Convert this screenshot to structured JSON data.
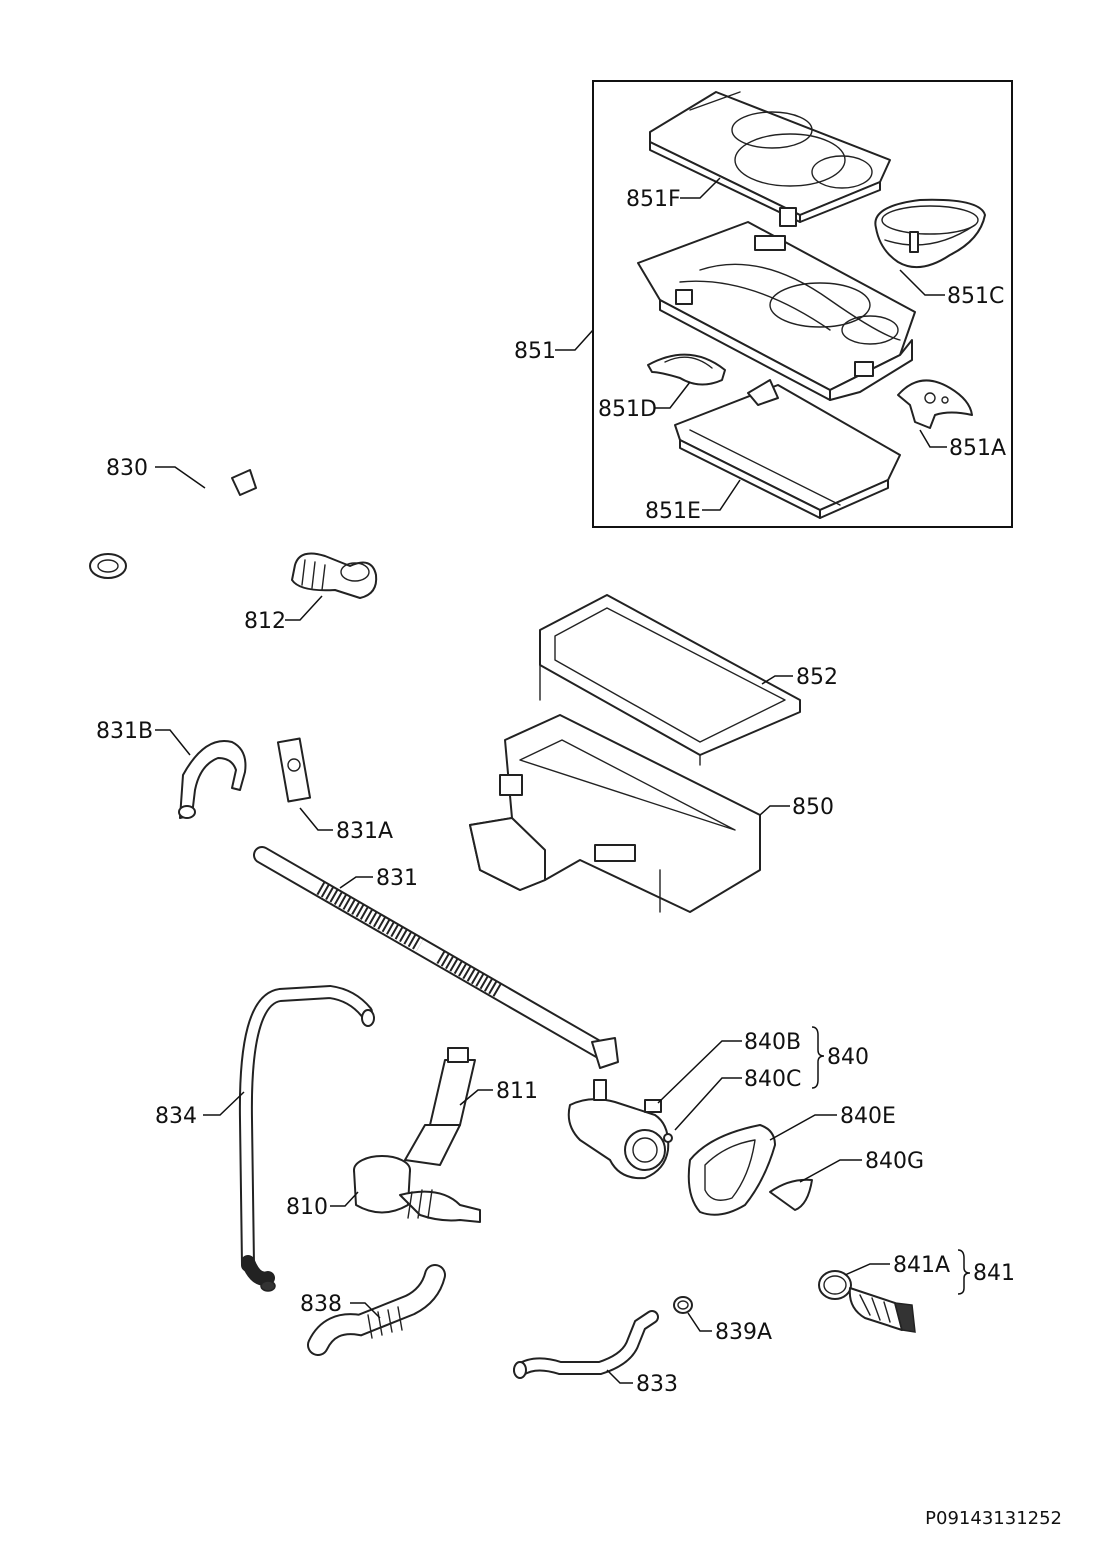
{
  "diagram": {
    "document_id": "P09143131252",
    "callouts": {
      "p851": "851",
      "p851F": "851F",
      "p851C": "851C",
      "p851D": "851D",
      "p851A": "851A",
      "p851E": "851E",
      "p830": "830",
      "p812": "812",
      "p852": "852",
      "p831B": "831B",
      "p831A": "831A",
      "p850": "850",
      "p831": "831",
      "p840B": "840B",
      "p840": "840",
      "p840C": "840C",
      "p811": "811",
      "p834": "834",
      "p840E": "840E",
      "p840G": "840G",
      "p810": "810",
      "p841A": "841A",
      "p841": "841",
      "p838": "838",
      "p839A": "839A",
      "p833": "833"
    }
  }
}
